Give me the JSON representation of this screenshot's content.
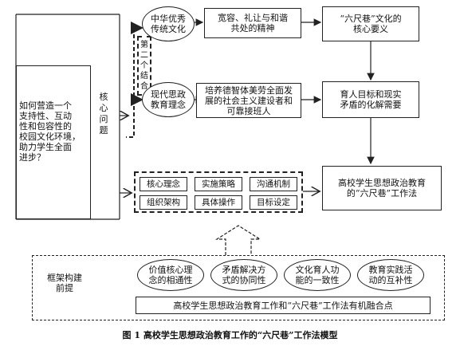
{
  "left_question": "如何营造一个\n支持性、互动\n性和包容性的\n校园文化环境，\n助力学生全面\n进步？",
  "core_issue": "核\n心\n问\n题",
  "second_combination": "第\n二\n个\n结\n合",
  "ellipse_top": "中华优秀\n传统文化",
  "ellipse_bottom": "现代思政\n教育理念",
  "box_tolerance": "宽容、礼让与和谐\n共处的精神",
  "box_cultivate": "培养德智体美劳全面发\n展的社会主义建设者和\n可靠接班人",
  "box_core_req": "“六尺巷”文化的\n核心要义",
  "box_goal": "育人目标和现实\n矛盾的化解需要",
  "box_model": "高校学生思想政治教育\n的“六尺巷”工作法",
  "mechanism": {
    "items": [
      "核心理念",
      "实施策略",
      "沟通机制",
      "组织架构",
      "具体操作",
      "目标设定"
    ]
  },
  "framework_label": "框架构建\n前提",
  "premises": [
    "价值核心理\n念的相通性",
    "矛盾解决方\n式的协同性",
    "文化育人功\n能的一致性",
    "教育实践活\n动的互补性"
  ],
  "fusion_point": "高校学生思想政治教育工作和“六尺巷”工作法有机融合点",
  "caption": "图 1   高校学生思想政治教育工作的“六尺巷”工作法模型"
}
